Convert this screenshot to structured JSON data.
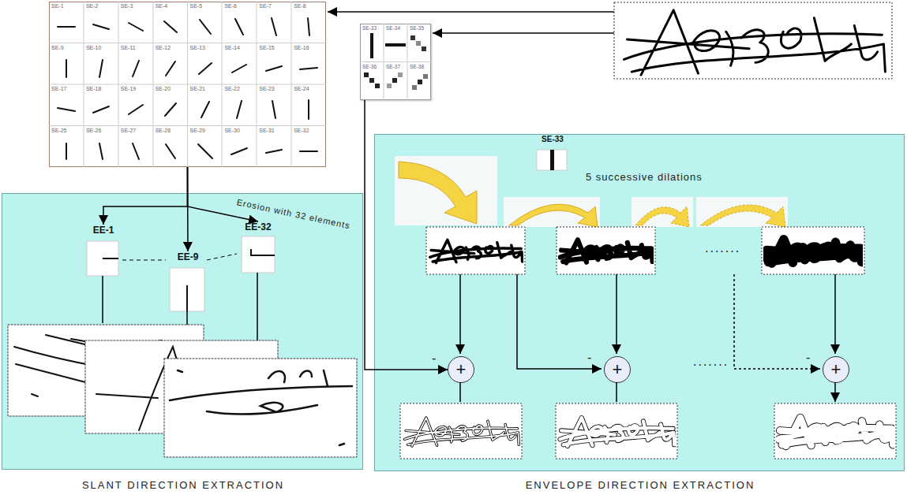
{
  "diagram": {
    "nodes": [
      {
        "text": [
          "SE-1",
          "SE-2",
          "SE-3",
          "SE-4",
          "SE-5",
          "SE-6",
          "SE-7",
          "SE-8",
          "SE-9",
          "SE-10",
          "SE-11",
          "SE-12",
          "SE-13",
          "SE-14",
          "SE-15",
          "SE-16",
          "SE-17",
          "SE-18",
          "SE-19",
          "SE-20",
          "SE-21",
          "SE-22",
          "SE-23",
          "SE-24",
          "SE-25",
          "SE-26",
          "SE-27",
          "SE-28",
          "SE-29",
          "SE-30",
          "SE-31",
          "SE-32"
        ]
      },
      {
        "text": [
          "SE-33",
          "SE-34",
          "SE-35",
          "SE-36",
          "SE-37",
          "SE-38"
        ]
      },
      {
        "text": [
          "SLANT DIRECTION EXTRACTION"
        ]
      },
      {
        "text": [
          "EE-1"
        ],
        "in": 2
      },
      {
        "text": [
          "EE-9"
        ],
        "in": 2
      },
      {
        "text": [
          "EE-32"
        ],
        "in": 2
      },
      {
        "text": [
          "ENVELOPE DIRECTION EXTRACTION"
        ]
      },
      {
        "text": [
          "SE-33"
        ],
        "in": 6
      },
      {
        "text": [
          "+"
        ],
        "in": 6
      },
      {
        "text": [
          "+"
        ],
        "in": 6
      },
      {
        "text": [
          "+"
        ],
        "in": 6
      }
    ],
    "edges": [
      {
        "from": 0,
        "to": 3,
        "arrow": "to"
      },
      {
        "from": 0,
        "to": 4,
        "arrow": "to"
      },
      {
        "from": 0,
        "to": 5,
        "arrow": "to"
      },
      {
        "from": 1,
        "to": 8,
        "label": "-",
        "arrow": "to"
      }
    ],
    "labels": [
      "Erosion with 32 elements",
      "5 successive dilations",
      "-",
      "-",
      ".......",
      "......."
    ]
  }
}
